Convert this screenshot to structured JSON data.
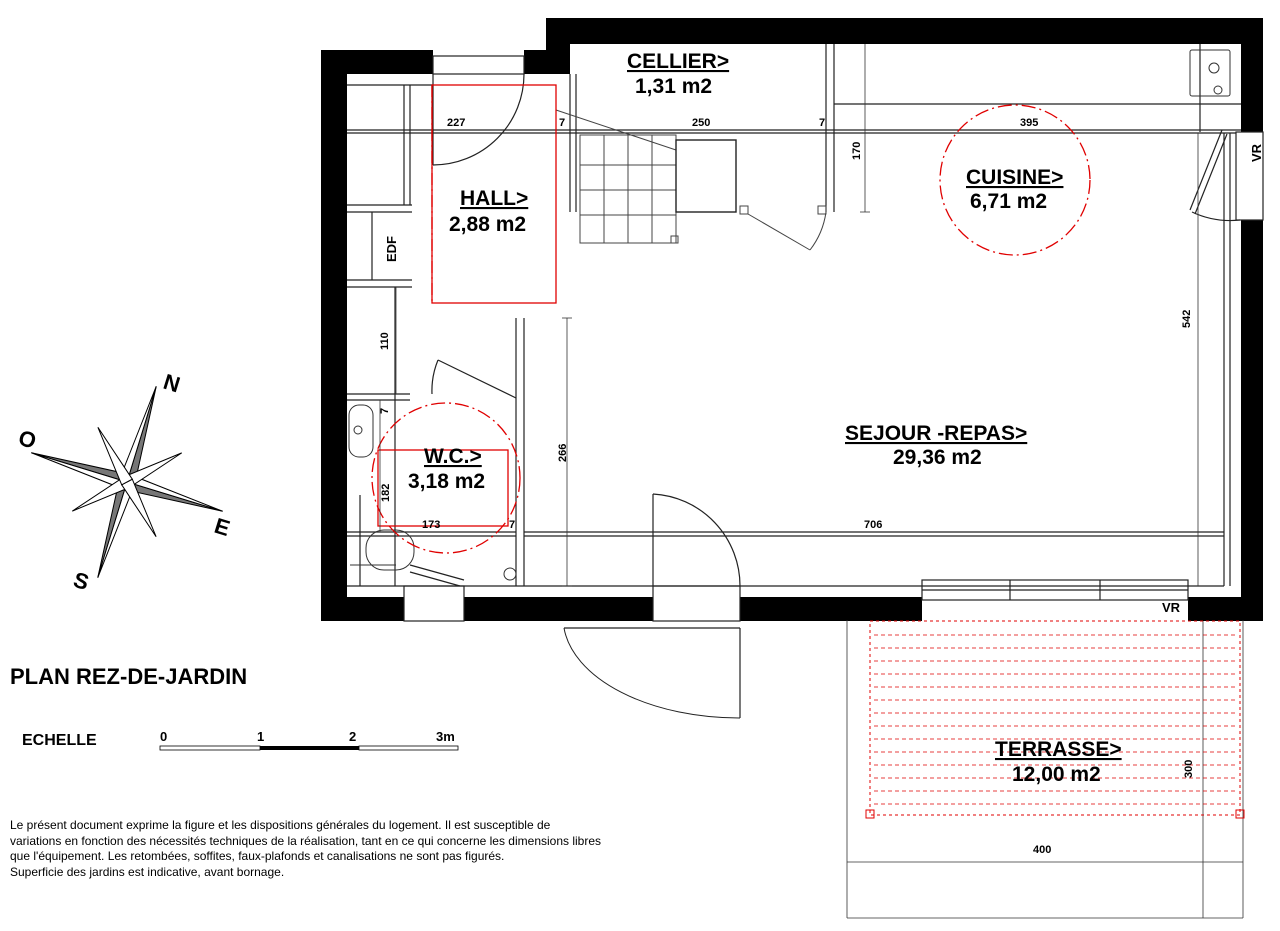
{
  "plan_title": "PLAN REZ-DE-JARDIN",
  "rooms": {
    "cellier": {
      "name": "CELLIER>",
      "area": "1,31 m2"
    },
    "hall": {
      "name": "HALL>",
      "area": "2,88 m2"
    },
    "cuisine": {
      "name": "CUISINE>",
      "area": "6,71 m2"
    },
    "wc": {
      "name": "W.C.>",
      "area": "3,18 m2"
    },
    "sejour": {
      "name": "SEJOUR -REPAS>",
      "area": "29,36 m2"
    },
    "terrasse": {
      "name": "TERRASSE>",
      "area": "12,00 m2"
    }
  },
  "dimensions": {
    "d227": "227",
    "d7a": "7",
    "d250": "250",
    "d7b": "7",
    "d170": "170",
    "d395": "395",
    "d542": "542",
    "d110": "110",
    "d7c": "7",
    "d182": "182",
    "d173": "173",
    "d7d": "7",
    "d266": "266",
    "d706": "706",
    "d300": "300",
    "d400": "400"
  },
  "labels": {
    "edf": "EDF",
    "vr_right": "VR",
    "vr_bottom": "VR"
  },
  "compass": {
    "north": "N",
    "south": "S",
    "east": "E",
    "west": "O"
  },
  "scale": {
    "label": "ECHELLE",
    "ticks": [
      "0",
      "1",
      "2",
      "3m"
    ]
  },
  "disclaimer": [
    "Le présent document exprime la figure  et  les dispositions générales du logement. Il  est  susceptible  de",
    "variations en fonction des nécessités techniques de la réalisation, tant en ce qui concerne les dimensions libres",
    "que  l'équipement. Les retombées, soffites, faux-plafonds  et  canalisations  ne sont pas figurés.",
    "Superficie des jardins est indicative, avant bornage."
  ],
  "colors": {
    "wall": "#000000",
    "marking": "#e00000",
    "thin": "#333333"
  }
}
